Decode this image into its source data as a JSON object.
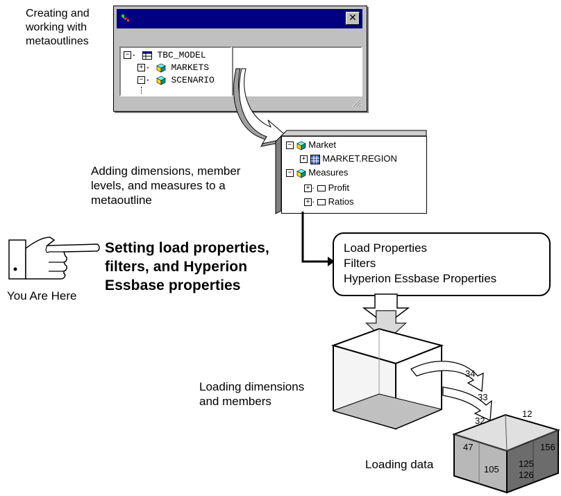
{
  "captions": {
    "creating": "Creating and\nworking with\nmetaoutlines",
    "adding": "Adding dimensions, member\nlevels, and measures to a\nmetaoutline",
    "setting": "Setting load properties,\nfilters, and Hyperion\nEssbase properties",
    "you_are_here": "You Are Here",
    "loading_dims": "Loading dimensions\nand members",
    "loading_data": "Loading data"
  },
  "window": {
    "close_glyph": "✕",
    "tree": [
      {
        "label": "TBC_MODEL",
        "toggle": "−",
        "icon": "table-icon"
      },
      {
        "label": "MARKETS",
        "toggle": "+",
        "icon": "cube-icon"
      },
      {
        "label": "SCENARIO",
        "toggle": "−",
        "icon": "cube-icon"
      }
    ]
  },
  "outline": {
    "tree": [
      {
        "label": "Market",
        "toggle": "−",
        "icon": "cube-icon"
      },
      {
        "label": "MARKET.REGION",
        "toggle": "+",
        "icon": "table-icon"
      },
      {
        "label": "Measures",
        "toggle": "−",
        "icon": "cube-icon"
      },
      {
        "label": "Profit",
        "toggle": "+",
        "icon": "box-icon"
      },
      {
        "label": "Ratios",
        "toggle": "+",
        "icon": "box-icon"
      }
    ]
  },
  "properties_box": {
    "text": "Load Properties\nFilters\nHyperion Essbase Properties"
  },
  "data_numbers": {
    "n34": "34",
    "n33": "33",
    "n32": "32",
    "n12": "12",
    "n47": "47",
    "n156": "156",
    "n105": "105",
    "n125": "125",
    "n126": "126"
  },
  "colors": {
    "titlebar": "#000080",
    "window_gray": "#c0c0c0",
    "cube_dark": "#707070",
    "cube_light": "#d0d0d0"
  }
}
